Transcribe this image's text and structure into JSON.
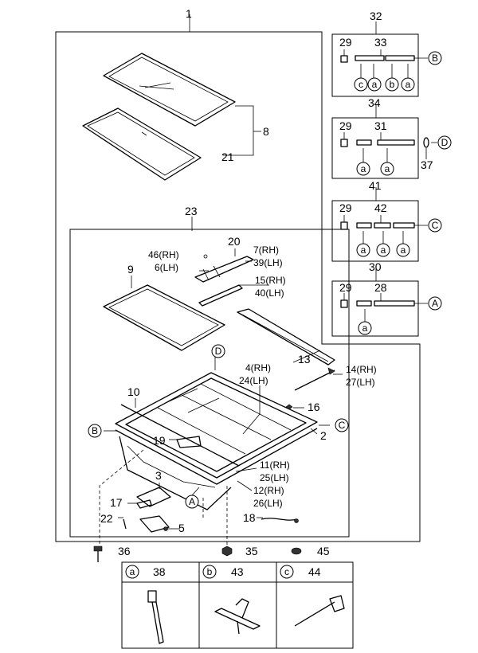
{
  "callouts": {
    "n1": "1",
    "n2": "2",
    "n3": "3",
    "n5": "5",
    "n8": "8",
    "n9": "9",
    "n10": "10",
    "n13": "13",
    "n16": "16",
    "n17": "17",
    "n18": "18",
    "n19": "19",
    "n20": "20",
    "n21": "21",
    "n22": "22",
    "n23": "23",
    "n28": "28",
    "n29a": "29",
    "n29b": "29",
    "n29c": "29",
    "n29d": "29",
    "n30": "30",
    "n31": "31",
    "n32": "32",
    "n33": "33",
    "n34": "34",
    "n35": "35",
    "n36": "36",
    "n37": "37",
    "n38": "38",
    "n41": "41",
    "n42": "42",
    "n43": "43",
    "n44": "44",
    "n45": "45",
    "n46": "46(RH)",
    "n6": "6(LH)",
    "n7": "7(RH)",
    "n39": "39(LH)",
    "n15": "15(RH)",
    "n40": "40(LH)",
    "n4": "4(RH)",
    "n24": "24(LH)",
    "n14": "14(RH)",
    "n27": "27(LH)",
    "n11": "11(RH)",
    "n25": "25(LH)",
    "n12": "12(RH)",
    "n26": "26(LH)"
  },
  "letters": {
    "A": "A",
    "B": "B",
    "C": "C",
    "D": "D",
    "a": "a",
    "b": "b",
    "c": "c"
  }
}
